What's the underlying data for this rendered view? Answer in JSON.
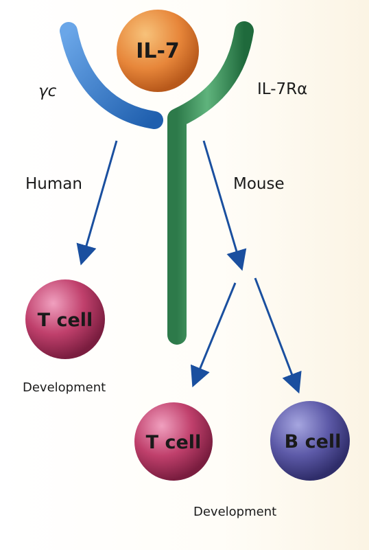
{
  "diagram": {
    "ligand": {
      "label": "IL-7",
      "color": "#e7863a"
    },
    "receptors": {
      "gamma_c": {
        "label": "γc",
        "color": "#3d7bd0"
      },
      "il7r_alpha": {
        "label": "IL-7Rα",
        "color": "#2f8a55"
      }
    },
    "pathways": {
      "human": {
        "label": "Human",
        "cells": [
          {
            "label": "T cell",
            "color": "#c0406c"
          }
        ],
        "outcome_label": "Development"
      },
      "mouse": {
        "label": "Mouse",
        "cells": [
          {
            "label": "T cell",
            "color": "#c0406c"
          },
          {
            "label": "B cell",
            "color": "#5d5aa8"
          }
        ],
        "outcome_label": "Development"
      }
    },
    "arrow_color": "#1a4f9f"
  }
}
